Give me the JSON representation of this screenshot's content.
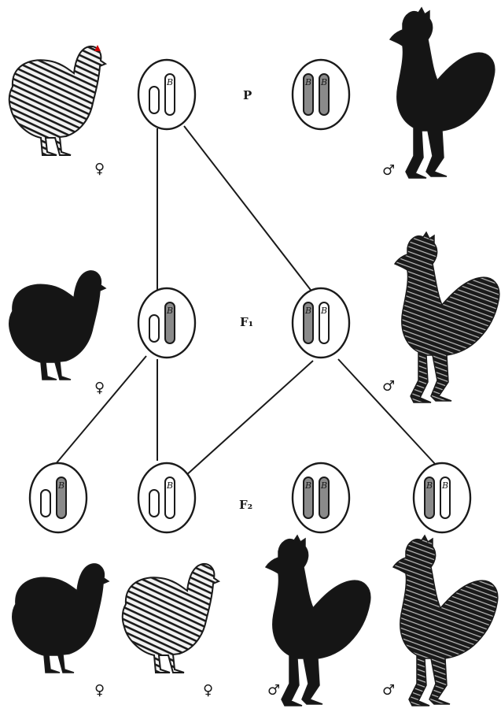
{
  "generations": [
    {
      "id": "P",
      "label": "P"
    },
    {
      "id": "F1",
      "label": "F₁"
    },
    {
      "id": "F2",
      "label": "F₂"
    }
  ],
  "chromosome_allele": "B",
  "female_symbol": "♀",
  "male_symbol": "♂",
  "cells": [
    {
      "id": "p-female",
      "generation": "P",
      "sex": "female",
      "chromosomes": [
        "empty",
        "B-open"
      ]
    },
    {
      "id": "p-male",
      "generation": "P",
      "sex": "male",
      "chromosomes": [
        "B-shaded",
        "B-shaded"
      ]
    },
    {
      "id": "f1-female",
      "generation": "F1",
      "sex": "female",
      "chromosomes": [
        "empty",
        "B-shaded"
      ]
    },
    {
      "id": "f1-male",
      "generation": "F1",
      "sex": "male",
      "chromosomes": [
        "B-shaded",
        "B-open"
      ]
    },
    {
      "id": "f2-female-1",
      "generation": "F2",
      "sex": "female",
      "chromosomes": [
        "empty",
        "B-shaded"
      ]
    },
    {
      "id": "f2-female-2",
      "generation": "F2",
      "sex": "female",
      "chromosomes": [
        "empty",
        "B-open"
      ]
    },
    {
      "id": "f2-male-1",
      "generation": "F2",
      "sex": "male",
      "chromosomes": [
        "B-shaded",
        "B-shaded"
      ]
    },
    {
      "id": "f2-male-2",
      "generation": "F2",
      "sex": "male",
      "chromosomes": [
        "B-shaded",
        "B-open"
      ]
    }
  ],
  "birds": [
    {
      "id": "p-hen",
      "plumage": "barred",
      "sex": "female"
    },
    {
      "id": "p-rooster",
      "plumage": "black",
      "sex": "male"
    },
    {
      "id": "f1-hen",
      "plumage": "black",
      "sex": "female"
    },
    {
      "id": "f1-rooster",
      "plumage": "barred",
      "sex": "male"
    },
    {
      "id": "f2-hen-1",
      "plumage": "black",
      "sex": "female"
    },
    {
      "id": "f2-hen-2",
      "plumage": "barred",
      "sex": "female"
    },
    {
      "id": "f2-rooster-1",
      "plumage": "black",
      "sex": "male"
    },
    {
      "id": "f2-rooster-2",
      "plumage": "barred",
      "sex": "male"
    }
  ],
  "colors": {
    "ink": "#1a1a1a",
    "shade": "#8a8a8a",
    "paper": "#ffffff"
  }
}
